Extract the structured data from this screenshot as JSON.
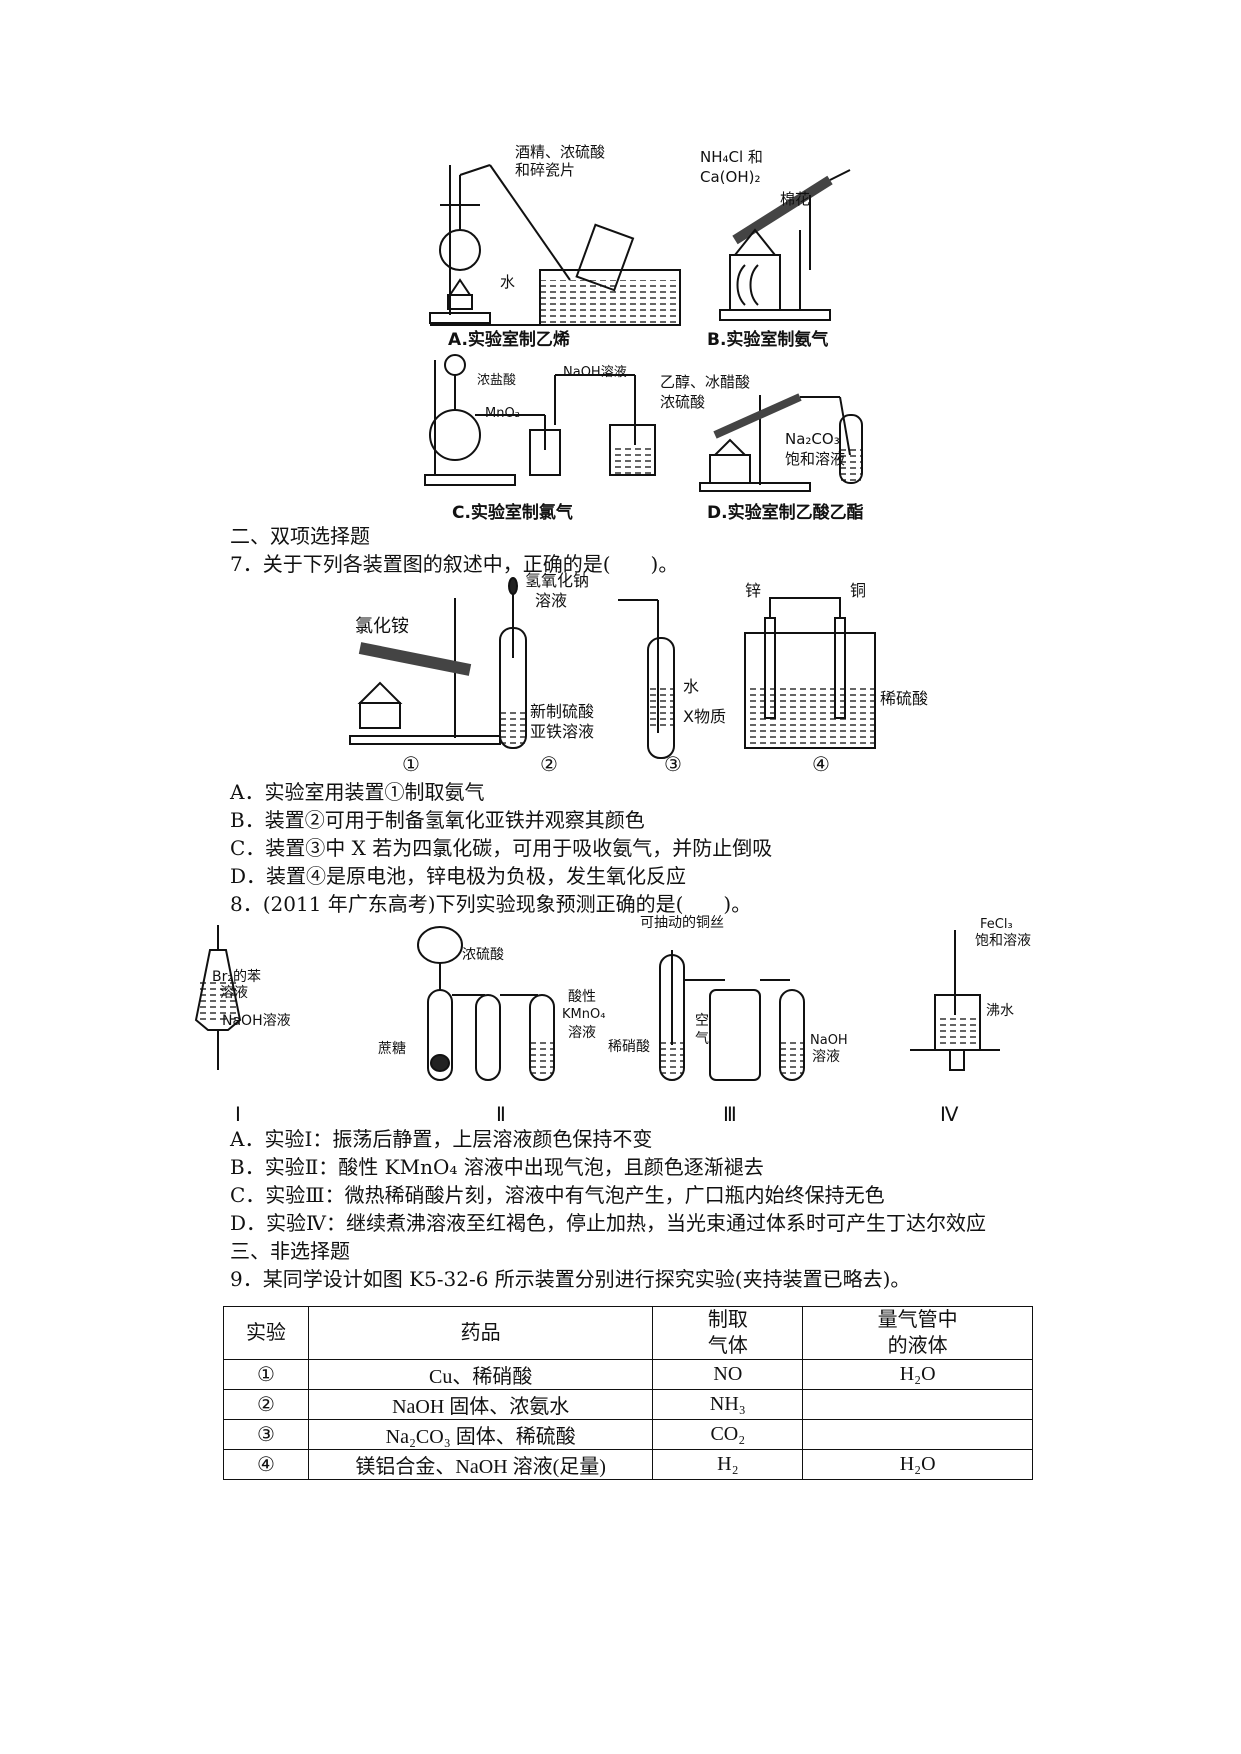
{
  "figures_top": {
    "A": {
      "caption": "A.实验室制乙烯",
      "label_reagent": "酒精、浓硫酸",
      "label_reagent2": "和碎瓷片",
      "label_water": "水"
    },
    "B": {
      "caption": "B.实验室制氨气",
      "label_reagent": "NH₄Cl 和",
      "label_reagent2": "Ca(OH)₂",
      "label_cotton": "棉花"
    },
    "C": {
      "caption": "C.实验室制氯气",
      "label_hcl": "浓盐酸",
      "label_mno2": "MnO₂",
      "label_naoh": "NaOH溶液"
    },
    "D": {
      "caption": "D.实验室制乙酸乙酯",
      "label_reagent": "乙醇、冰醋酸",
      "label_reagent2": "浓硫酸",
      "label_na2co3": "Na₂CO₃",
      "label_sat": "饱和溶液"
    }
  },
  "section2_title": "二、双项选择题",
  "q7": {
    "stem": "7．关于下列各装置图的叙述中，正确的是(　　)。",
    "fig_labels": {
      "nh4cl": "氯化铵",
      "naoh_top": "氢氧化钠",
      "naoh_top2": "溶液",
      "feso4": "新制硫酸",
      "feso4_2": "亚铁溶液",
      "water": "水",
      "x_sub": "X物质",
      "zinc": "锌",
      "copper": "铜",
      "dil_h2so4": "稀硫酸"
    },
    "fig_numbers": [
      "①",
      "②",
      "③",
      "④"
    ],
    "options": [
      "A．实验室用装置①制取氨气",
      "B．装置②可用于制备氢氧化亚铁并观察其颜色",
      "C．装置③中 X 若为四氯化碳，可用于吸收氨气，并防止倒吸",
      "D．装置④是原电池，锌电极为负极，发生氧化反应"
    ]
  },
  "q8": {
    "stem": "8．(2011 年广东高考)下列实验现象预测正确的是(　　)。",
    "fig_labels": {
      "br2": "Br₂的苯",
      "br2_2": "溶液",
      "naoh": "NaOH溶液",
      "h2so4": "浓硫酸",
      "sugar": "蔗糖",
      "acid": "酸性",
      "kmno4": "KMnO₄",
      "sol": "溶液",
      "cu_wire": "可抽动的铜丝",
      "dil_hno3": "稀硝酸",
      "air": "空",
      "air2": "气",
      "naoh2": "NaOH",
      "naoh2_2": "溶液",
      "fecl3": "FeCl₃",
      "fecl3_2": "饱和溶液",
      "boil": "沸水"
    },
    "fig_numbers": [
      "Ⅰ",
      "Ⅱ",
      "Ⅲ",
      "Ⅳ"
    ],
    "options": [
      "A．实验Ⅰ：振荡后静置，上层溶液颜色保持不变",
      "B．实验Ⅱ：酸性 KMnO₄ 溶液中出现气泡，且颜色逐渐褪去",
      "C．实验Ⅲ：微热稀硝酸片刻，溶液中有气泡产生，广口瓶内始终保持无色",
      "D．实验Ⅳ：继续煮沸溶液至红褐色，停止加热，当光束通过体系时可产生丁达尔效应"
    ]
  },
  "section3_title": "三、非选择题",
  "q9": {
    "stem": "9．某同学设计如图 K5-32-6 所示装置分别进行探究实验(夹持装置已略去)。",
    "headers": [
      "实验",
      "药品",
      "制取|气体",
      "量气管中|的液体"
    ],
    "rows": [
      [
        "①",
        "Cu、稀硝酸",
        "NO",
        "H₂O"
      ],
      [
        "②",
        "NaOH 固体、浓氨水",
        "NH₃",
        ""
      ],
      [
        "③",
        "Na₂CO₃ 固体、稀硫酸",
        "CO₂",
        ""
      ],
      [
        "④",
        "镁铝合金、NaOH 溶液(足量)",
        "H₂",
        "H₂O"
      ]
    ]
  }
}
